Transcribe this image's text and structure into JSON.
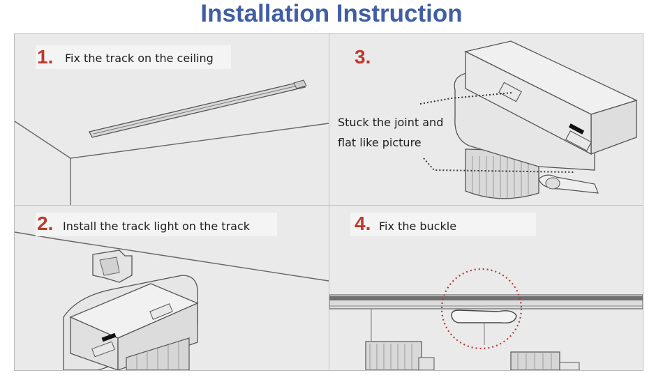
{
  "title": "Installation Instruction",
  "colors": {
    "title": "#3f5ea3",
    "step_number": "#c0392b",
    "panel_bg": "#eaeaea",
    "line_art": "#555555",
    "dotted_circle": "#b33a3a"
  },
  "steps": [
    {
      "number": "1.",
      "text": "Fix the track on the ceiling"
    },
    {
      "number": "2.",
      "text": "Install the track light on the track"
    },
    {
      "number": "3.",
      "text": "",
      "note_line1": "Stuck the joint and",
      "note_line2": "flat like picture"
    },
    {
      "number": "4.",
      "text": "Fix the buckle"
    }
  ]
}
